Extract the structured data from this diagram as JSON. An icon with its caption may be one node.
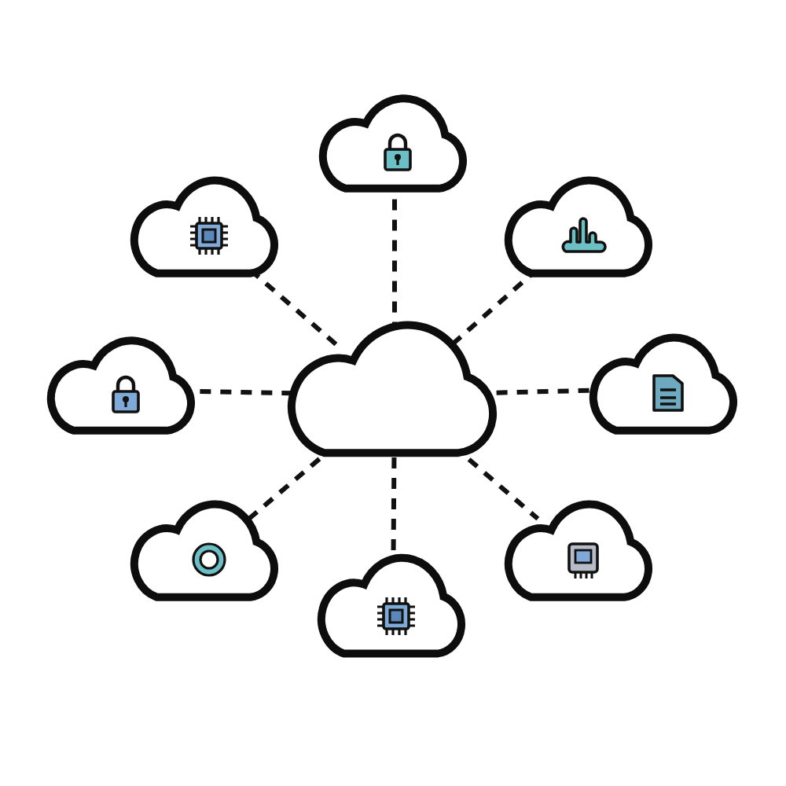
{
  "diagram": {
    "nodes": [
      {
        "text": [],
        "shape": "cloud"
      },
      {
        "text": [],
        "shape": "cloud"
      },
      {
        "text": [],
        "shape": "cloud"
      },
      {
        "text": [],
        "shape": "cloud"
      },
      {
        "text": [],
        "shape": "cloud"
      },
      {
        "text": [],
        "shape": "cloud"
      },
      {
        "text": [],
        "shape": "cloud"
      },
      {
        "text": [],
        "shape": "cloud"
      },
      {
        "text": [],
        "shape": "cloud"
      }
    ],
    "edges": [
      {
        "from": 4,
        "to": 0,
        "arrow": "none",
        "style": "dashed"
      },
      {
        "from": 4,
        "to": 1,
        "arrow": "none",
        "style": "dashed"
      },
      {
        "from": 4,
        "to": 2,
        "arrow": "none",
        "style": "dashed"
      },
      {
        "from": 4,
        "to": 3,
        "arrow": "none",
        "style": "dashed"
      },
      {
        "from": 4,
        "to": 5,
        "arrow": "none",
        "style": "dashed"
      },
      {
        "from": 4,
        "to": 6,
        "arrow": "none",
        "style": "dashed"
      },
      {
        "from": 4,
        "to": 7,
        "arrow": "none",
        "style": "dashed"
      },
      {
        "from": 4,
        "to": 8,
        "arrow": "none",
        "style": "dashed"
      }
    ]
  }
}
